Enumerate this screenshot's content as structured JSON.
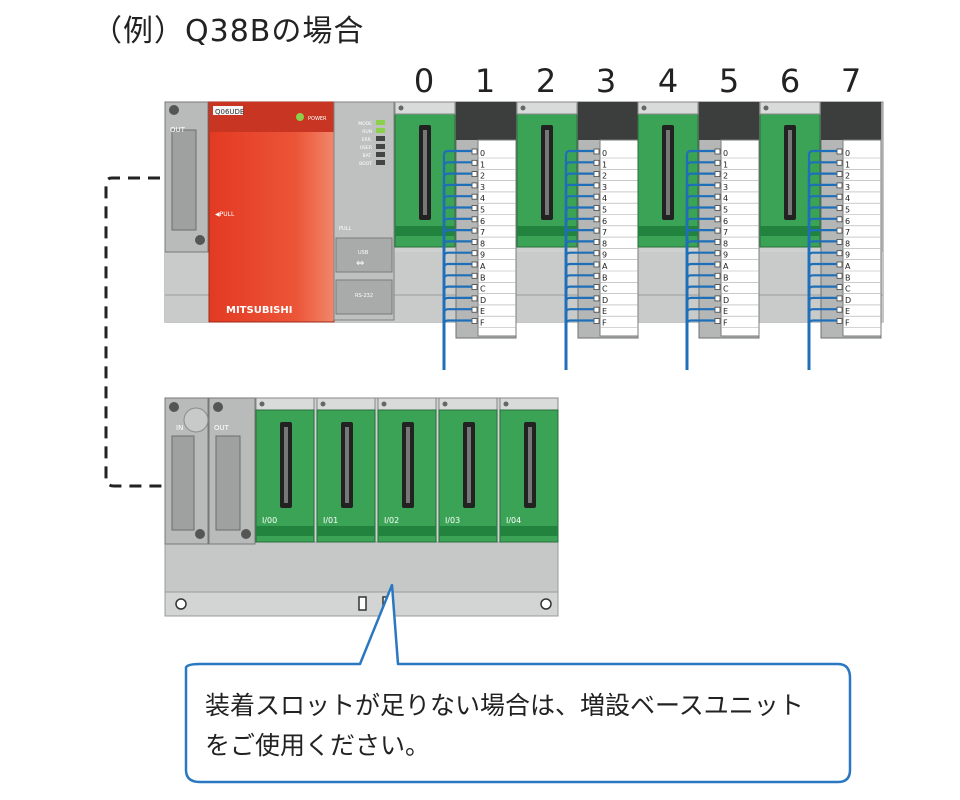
{
  "title": "（例）Q38Bの場合",
  "main_base": {
    "slot_numbers": [
      "0",
      "1",
      "2",
      "3",
      "4",
      "5",
      "6",
      "7"
    ],
    "cpu_model": "Q06UDE",
    "cpu_brand": "MITSUBISHI",
    "power_label": "POWER",
    "pull_label": "◀PULL",
    "cpu_leds": [
      "MODE",
      "RUN",
      "ERR.",
      "USER",
      "BAT.",
      "BOOT"
    ],
    "cpu_pull_label": "PULL",
    "usb_label": "USB",
    "rs232_label": "RS-232",
    "power_out_label": "OUT",
    "terminal_labels": [
      "0",
      "1",
      "2",
      "3",
      "4",
      "5",
      "6",
      "7",
      "8",
      "9",
      "A",
      "B",
      "C",
      "D",
      "E",
      "F"
    ]
  },
  "ext_base": {
    "in_label": "IN",
    "out_label": "OUT",
    "slot_labels": [
      "I/00",
      "I/01",
      "I/02",
      "I/03",
      "I/04"
    ]
  },
  "callout": {
    "line1": "装着スロットが足りない場合は、増設ベースユニット",
    "line2": "をご使用ください。"
  },
  "colors": {
    "cpu_red": "#e8402a",
    "module_green": "#3aa356",
    "wire_blue": "#1f6fb8",
    "callout_border": "#2a78c2",
    "base_gray": "#cfd1d1"
  }
}
